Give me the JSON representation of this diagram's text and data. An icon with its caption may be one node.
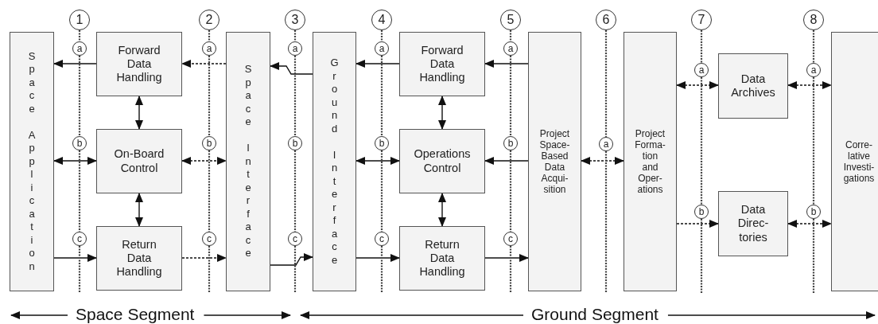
{
  "diagram": {
    "nodes": [
      {
        "text": [
          "Space Application"
        ]
      },
      {
        "text": [
          "Forward Data Handling"
        ]
      },
      {
        "text": [
          "On-Board Control"
        ]
      },
      {
        "text": [
          "Return Data Handling"
        ]
      },
      {
        "text": [
          "Space Interface"
        ]
      },
      {
        "text": [
          "Ground Interface"
        ]
      },
      {
        "text": [
          "Forward Data Handling"
        ]
      },
      {
        "text": [
          "Operations Control"
        ]
      },
      {
        "text": [
          "Return Data Handling"
        ]
      },
      {
        "text": [
          "Project Space- Based Data Acqui- sition"
        ]
      },
      {
        "text": [
          "Project Forma- tion and Oper- ations"
        ]
      },
      {
        "text": [
          "Data Archives"
        ]
      },
      {
        "text": [
          "Data Direc- tories"
        ]
      },
      {
        "text": [
          "Corre- lative Investi- gations"
        ]
      },
      {
        "text": [
          "1"
        ]
      },
      {
        "text": [
          "2"
        ]
      },
      {
        "text": [
          "3"
        ]
      },
      {
        "text": [
          "4"
        ]
      },
      {
        "text": [
          "5"
        ]
      },
      {
        "text": [
          "6"
        ]
      },
      {
        "text": [
          "7"
        ]
      },
      {
        "text": [
          "8"
        ]
      },
      {
        "text": [
          "a"
        ]
      },
      {
        "text": [
          "b"
        ]
      },
      {
        "text": [
          "c"
        ]
      },
      {
        "text": [
          "a"
        ]
      },
      {
        "text": [
          "b"
        ]
      },
      {
        "text": [
          "c"
        ]
      },
      {
        "text": [
          "a"
        ]
      },
      {
        "text": [
          "b"
        ]
      },
      {
        "text": [
          "c"
        ]
      },
      {
        "text": [
          "a"
        ]
      },
      {
        "text": [
          "b"
        ]
      },
      {
        "text": [
          "c"
        ]
      },
      {
        "text": [
          "a"
        ]
      },
      {
        "text": [
          "b"
        ]
      },
      {
        "text": [
          "c"
        ]
      },
      {
        "text": [
          "a"
        ]
      },
      {
        "text": [
          "a"
        ]
      },
      {
        "text": [
          "b"
        ]
      },
      {
        "text": [
          "a"
        ]
      },
      {
        "text": [
          "b"
        ]
      }
    ],
    "edges": [
      {
        "from": 1,
        "to": 0,
        "arrow": "to"
      },
      {
        "from": 0,
        "to": 2,
        "arrow": "both"
      },
      {
        "from": 0,
        "to": 3,
        "arrow": "to"
      },
      {
        "from": 1,
        "to": 2,
        "arrow": "both"
      },
      {
        "from": 2,
        "to": 3,
        "arrow": "both"
      },
      {
        "from": 4,
        "to": 1,
        "arrow": "to",
        "style": "dashed"
      },
      {
        "from": 2,
        "to": 4,
        "arrow": "both",
        "style": "dashed"
      },
      {
        "from": 3,
        "to": 4,
        "arrow": "to",
        "style": "dashed"
      },
      {
        "from": 5,
        "to": 4,
        "arrow": "to"
      },
      {
        "from": 4,
        "to": 5,
        "arrow": "to"
      },
      {
        "from": 6,
        "to": 5,
        "arrow": "to"
      },
      {
        "from": 5,
        "to": 7,
        "arrow": "both"
      },
      {
        "from": 5,
        "to": 8,
        "arrow": "to"
      },
      {
        "from": 6,
        "to": 7,
        "arrow": "both"
      },
      {
        "from": 7,
        "to": 8,
        "arrow": "both"
      },
      {
        "from": 9,
        "to": 6,
        "arrow": "to"
      },
      {
        "from": 9,
        "to": 7,
        "arrow": "to"
      },
      {
        "from": 8,
        "to": 9,
        "arrow": "to"
      },
      {
        "from": 9,
        "to": 10,
        "arrow": "both",
        "style": "dashed"
      },
      {
        "from": 10,
        "to": 11,
        "arrow": "both",
        "style": "dashed"
      },
      {
        "from": 10,
        "to": 12,
        "arrow": "to",
        "style": "dashed"
      },
      {
        "from": 11,
        "to": 13,
        "arrow": "both",
        "style": "dashed"
      },
      {
        "from": 12,
        "to": 13,
        "arrow": "both",
        "style": "dashed"
      },
      {
        "from": 14,
        "to": 22,
        "arrow": "none",
        "style": "dashed"
      },
      {
        "from": 22,
        "to": 23,
        "arrow": "none",
        "style": "dashed"
      },
      {
        "from": 23,
        "to": 24,
        "arrow": "none",
        "style": "dashed"
      },
      {
        "from": 24,
        "to": null,
        "arrow": "none",
        "style": "dashed"
      },
      {
        "from": 15,
        "to": 25,
        "arrow": "none",
        "style": "dashed"
      },
      {
        "from": 25,
        "to": 26,
        "arrow": "none",
        "style": "dashed"
      },
      {
        "from": 26,
        "to": 27,
        "arrow": "none",
        "style": "dashed"
      },
      {
        "from": 27,
        "to": null,
        "arrow": "none",
        "style": "dashed"
      },
      {
        "from": 16,
        "to": 28,
        "arrow": "none",
        "style": "dashed"
      },
      {
        "from": 28,
        "to": 29,
        "arrow": "none",
        "style": "dashed"
      },
      {
        "from": 29,
        "to": 30,
        "arrow": "none",
        "style": "dashed"
      },
      {
        "from": 30,
        "to": null,
        "arrow": "none",
        "style": "dashed"
      },
      {
        "from": 17,
        "to": 31,
        "arrow": "none",
        "style": "dashed"
      },
      {
        "from": 31,
        "to": 32,
        "arrow": "none",
        "style": "dashed"
      },
      {
        "from": 32,
        "to": 33,
        "arrow": "none",
        "style": "dashed"
      },
      {
        "from": 33,
        "to": null,
        "arrow": "none",
        "style": "dashed"
      },
      {
        "from": 18,
        "to": 34,
        "arrow": "none",
        "style": "dashed"
      },
      {
        "from": 34,
        "to": 35,
        "arrow": "none",
        "style": "dashed"
      },
      {
        "from": 35,
        "to": 36,
        "arrow": "none",
        "style": "dashed"
      },
      {
        "from": 36,
        "to": null,
        "arrow": "none",
        "style": "dashed"
      },
      {
        "from": 19,
        "to": 37,
        "arrow": "none",
        "style": "dashed"
      },
      {
        "from": 37,
        "to": null,
        "arrow": "none",
        "style": "dashed"
      },
      {
        "from": 20,
        "to": 38,
        "arrow": "none",
        "style": "dashed"
      },
      {
        "from": 38,
        "to": 39,
        "arrow": "none",
        "style": "dashed"
      },
      {
        "from": 39,
        "to": null,
        "arrow": "none",
        "style": "dashed"
      },
      {
        "from": 21,
        "to": 40,
        "arrow": "none",
        "style": "dashed"
      },
      {
        "from": 40,
        "to": 41,
        "arrow": "none",
        "style": "dashed"
      },
      {
        "from": 41,
        "to": null,
        "arrow": "none",
        "style": "dashed"
      }
    ],
    "labels": [
      "Space Segment",
      "Ground Segment"
    ]
  }
}
